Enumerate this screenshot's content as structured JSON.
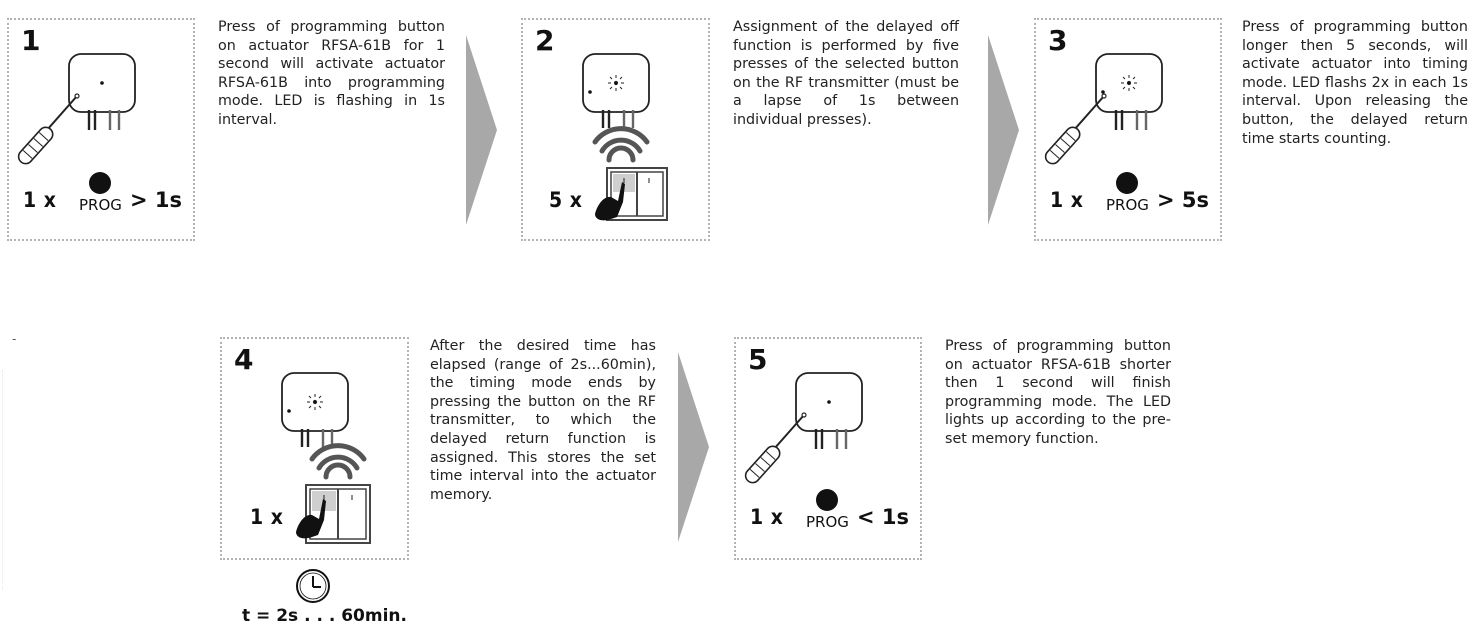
{
  "steps": [
    {
      "number": "1",
      "count": "1 x",
      "prog_label": "PROG",
      "duration": "> 1s",
      "text": "Press of programming button on actuator RFSA-61B for 1 second will activate actuator RFSA-61B into programming mode. LED is flashing in 1s interval."
    },
    {
      "number": "2",
      "count": "5 x",
      "text": "Assignment of the delayed off function is performed by five presses of the selected button on the RF transmitter (must be a lapse of 1s between individual presses)."
    },
    {
      "number": "3",
      "count": "1 x",
      "prog_label": "PROG",
      "duration": "> 5s",
      "text": "Press of programming button longer then 5 seconds, will activate actuator into timing mode. LED flashs 2x in each 1s interval. Upon releasing the button, the delayed return time starts counting."
    },
    {
      "number": "4",
      "count": "1 x",
      "time_label": "t = 2s . . . 60min.",
      "text": "After the desired time has elapsed (range of 2s...60min), the timing mode ends by pressing the button on the RF transmitter, to which the delayed return function is assigned. This stores the set time interval into the actuator memory."
    },
    {
      "number": "5",
      "count": "1 x",
      "prog_label": "PROG",
      "duration": "< 1s",
      "text": "Press of programming button on actuator RFSA-61B shorter then 1 second will finish programming mode. The LED lights up according to the pre-set memory function."
    }
  ],
  "colors": {
    "arrow": "#a8a8a8",
    "panel_border": "#b3b3b3",
    "button_shade": "#cfcfcf"
  },
  "icons": [
    "screwdriver-icon",
    "actuator-icon",
    "led-flash-icon",
    "wireless-signal-icon",
    "rf-switch-icon",
    "hand-press-icon",
    "clock-icon",
    "arrow-right-icon"
  ],
  "stray_mark": "-"
}
